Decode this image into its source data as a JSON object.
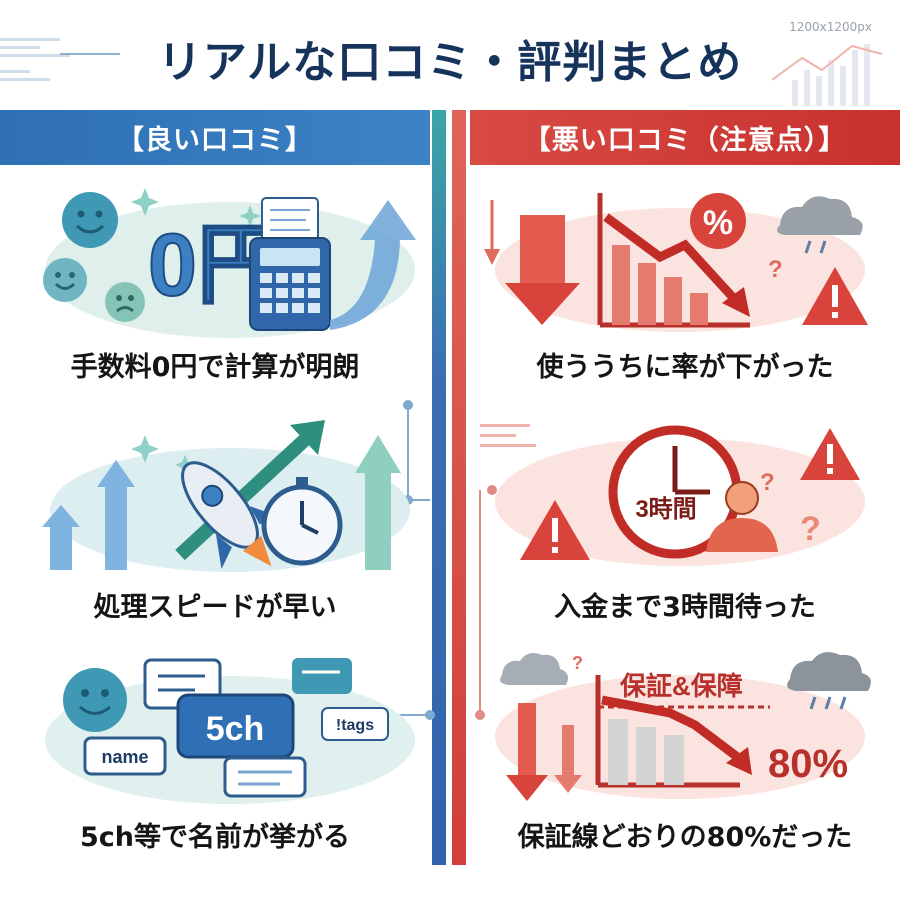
{
  "title": "リアルな口コミ・評判まとめ",
  "size_note": "1200x1200px",
  "good": {
    "header": "【良い口コミ】",
    "items": [
      {
        "caption": "手数料0円で計算が明朗",
        "badge": "0円"
      },
      {
        "caption": "処理スピードが早い"
      },
      {
        "caption": "5ch等で名前が挙がる",
        "bubble_main": "5ch",
        "bubble_name": "name",
        "bubble_tags": "!tags"
      }
    ]
  },
  "bad": {
    "header": "【悪い口コミ（注意点）】",
    "items": [
      {
        "caption": "使ううちに率が下がった",
        "badge": "%"
      },
      {
        "caption": "入金まで3時間待った",
        "clock_label": "3時間"
      },
      {
        "caption": "保証線どおりの80%だった",
        "chart_title": "保証&保障",
        "chart_value": "80%"
      }
    ]
  },
  "colors": {
    "blue": "#2f6fb5",
    "red": "#cf3f3b",
    "navy": "#16335c"
  }
}
